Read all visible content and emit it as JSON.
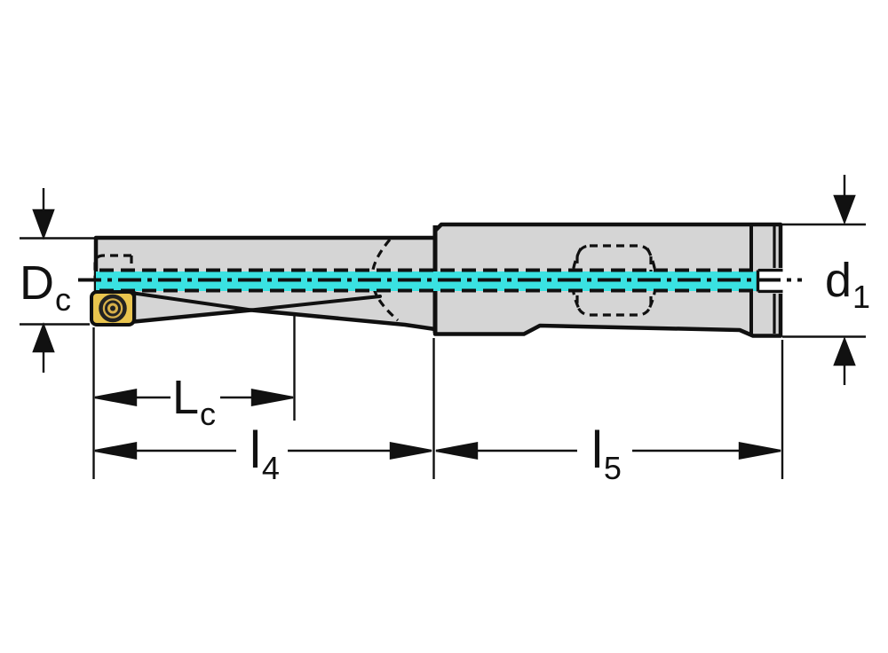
{
  "drawing_title": "indexable-insert-drill-side-view",
  "colors": {
    "background": "#ffffff",
    "body_fill": "#d5d5d5",
    "outline": "#101010",
    "highlight_cyan": "#3ae2e2",
    "insert_fill": "#e9c44e",
    "insert_screw": "#d8b04a",
    "dim_color": "#111111"
  },
  "labels": {
    "dc": {
      "main": "D",
      "sub": "c"
    },
    "d1": {
      "main": "d",
      "sub": "1"
    },
    "lc": {
      "main": "L",
      "sub": "c"
    },
    "l4": {
      "main": "l",
      "sub": "4"
    },
    "l5": {
      "main": "l",
      "sub": "5"
    }
  }
}
